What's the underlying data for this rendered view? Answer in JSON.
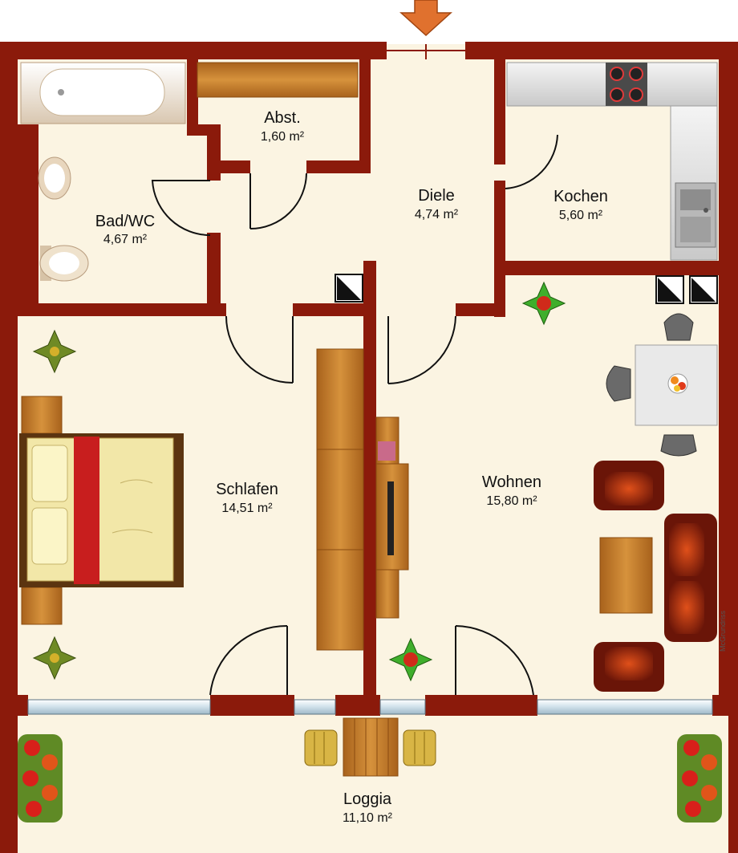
{
  "colors": {
    "wall": "#8b1a0b",
    "floor": "#fbf4e2",
    "loggia_floor": "#fbf3e0",
    "wood": "#c07a2a",
    "entrance_arrow": "#e06a2a"
  },
  "rooms": [
    {
      "id": "bad",
      "name": "Bad/WC",
      "area": "4,67 m²"
    },
    {
      "id": "abst",
      "name": "Abst.",
      "area": "1,60 m²"
    },
    {
      "id": "diele",
      "name": "Diele",
      "area": "4,74 m²"
    },
    {
      "id": "kochen",
      "name": "Kochen",
      "area": "5,60 m²"
    },
    {
      "id": "schlafen",
      "name": "Schlafen",
      "area": "14,51 m²"
    },
    {
      "id": "wohnen",
      "name": "Wohnen",
      "area": "15,80 m²"
    },
    {
      "id": "loggia",
      "name": "Loggia",
      "area": "11,10 m²"
    }
  ],
  "credit": "McGrundriss",
  "icons": {
    "entrance": "entrance-arrow-icon",
    "bathtub": "bathtub-icon",
    "sink": "sink-icon",
    "toilet": "toilet-icon",
    "stove": "stove-icon",
    "kitchen_sink": "kitchen-sink-icon",
    "plant": "plant-icon",
    "flower_pot": "flower-pot-icon",
    "chimney": "chimney-icon",
    "fruit_bowl": "fruit-bowl-icon"
  }
}
